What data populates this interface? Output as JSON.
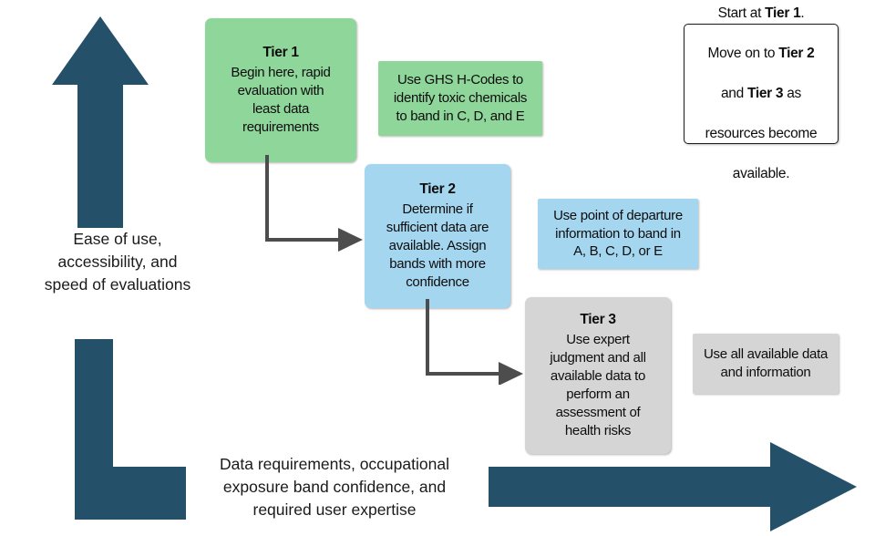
{
  "diagram": {
    "title": "Tiered occupational exposure banding approach",
    "background_color": "#ffffff",
    "arrow_color": "#255069",
    "connector_color": "#4d4d4d"
  },
  "axis_labels": {
    "vertical": "Ease of use,\naccessibility, and\nspeed of evaluations",
    "horizontal": "Data requirements, occupational\nexposure band confidence, and\nrequired user expertise"
  },
  "tiers": [
    {
      "id": "tier-1",
      "title": "Tier 1",
      "body": "Begin here, rapid\nevaluation with\nleast data\nrequirements",
      "color": "#8ed69a",
      "note": {
        "text": "Use GHS H-Codes to\nidentify toxic chemicals\nto band in C, D, and E",
        "color": "#8ed69a"
      }
    },
    {
      "id": "tier-2",
      "title": "Tier 2",
      "body": "Determine if\nsufficient data are\navailable. Assign\nbands with more\nconfidence",
      "color": "#a4d6ef",
      "note": {
        "text": "Use point of departure\ninformation to band in\nA, B, C, D, or E",
        "color": "#a4d6ef"
      }
    },
    {
      "id": "tier-3",
      "title": "Tier 3",
      "body": "Use expert\njudgment and all\navailable data to\nperform an\nassessment of\nhealth risks",
      "color": "#d5d5d5",
      "note": {
        "text": "Use all available data\nand information",
        "color": "#d5d5d5"
      }
    }
  ],
  "callout": {
    "line1_prefix": "Start at ",
    "line1_bold": "Tier 1",
    "line1_suffix": ".",
    "line2_prefix": "Move on to ",
    "line2_bold": "Tier 2",
    "line3_prefix": "and ",
    "line3_bold": "Tier 3",
    "line3_suffix": " as",
    "line4": "resources become",
    "line5": "available."
  }
}
